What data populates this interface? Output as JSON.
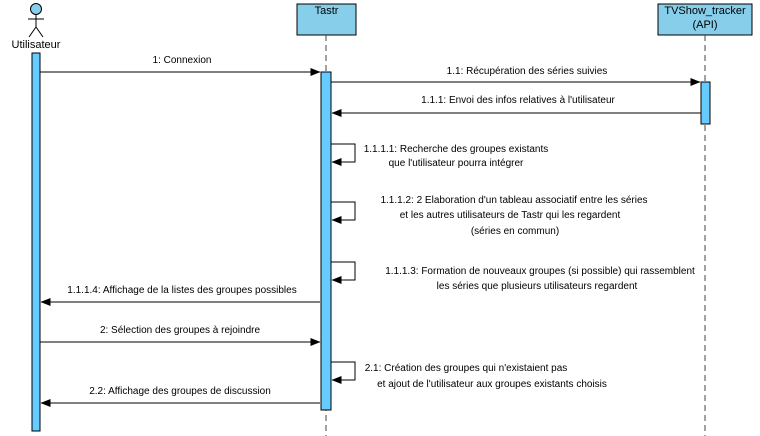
{
  "participants": [
    {
      "id": "user",
      "name": "Utilisateur",
      "kind": "actor"
    },
    {
      "id": "tastr",
      "name": "Tastr",
      "kind": "lifeline"
    },
    {
      "id": "api",
      "name": "TVShow_tracker",
      "sub": "(API)",
      "kind": "lifeline"
    }
  ],
  "messages": [
    {
      "id": "m1",
      "from": "user",
      "to": "tastr",
      "type": "sync",
      "lines": [
        "1: Connexion"
      ]
    },
    {
      "id": "m11",
      "from": "tastr",
      "to": "api",
      "type": "sync",
      "lines": [
        "1.1: Récupération des séries suivies"
      ]
    },
    {
      "id": "m111",
      "from": "api",
      "to": "tastr",
      "type": "sync",
      "lines": [
        "1.1.1: Envoi des infos relatives à l'utilisateur"
      ]
    },
    {
      "id": "m1111",
      "from": "tastr",
      "to": "tastr",
      "type": "self",
      "lines": [
        "1.1.1.1: Recherche des groupes existants",
        "que l'utilisateur pourra intégrer"
      ]
    },
    {
      "id": "m1112",
      "from": "tastr",
      "to": "tastr",
      "type": "self",
      "lines": [
        "1.1.1.2: 2 Elaboration d'un tableau associatif entre les séries",
        "et les autres utilisateurs de Tastr qui les regardent",
        "(séries en commun)"
      ]
    },
    {
      "id": "m1113",
      "from": "tastr",
      "to": "tastr",
      "type": "self",
      "lines": [
        "1.1.1.3: Formation de nouveaux groupes (si possible) qui rassemblent",
        "les séries que plusieurs utilisateurs regardent"
      ]
    },
    {
      "id": "m1114",
      "from": "tastr",
      "to": "user",
      "type": "sync",
      "lines": [
        "1.1.1.4: Affichage de la listes des groupes possibles"
      ]
    },
    {
      "id": "m2",
      "from": "user",
      "to": "tastr",
      "type": "sync",
      "lines": [
        "2: Sélection des groupes à rejoindre"
      ]
    },
    {
      "id": "m21",
      "from": "tastr",
      "to": "tastr",
      "type": "self",
      "lines": [
        "2.1: Création des groupes qui n'existaient pas",
        "et ajout de l'utilisateur aux groupes existants choisis"
      ]
    },
    {
      "id": "m22",
      "from": "tastr",
      "to": "user",
      "type": "sync",
      "lines": [
        "2.2: Affichage des groupes de discussion"
      ]
    }
  ],
  "colors": {
    "header_fill": "#87CEEB",
    "activation_fill": "#66CCFF",
    "line": "#000000",
    "lifeline": "#444444"
  }
}
